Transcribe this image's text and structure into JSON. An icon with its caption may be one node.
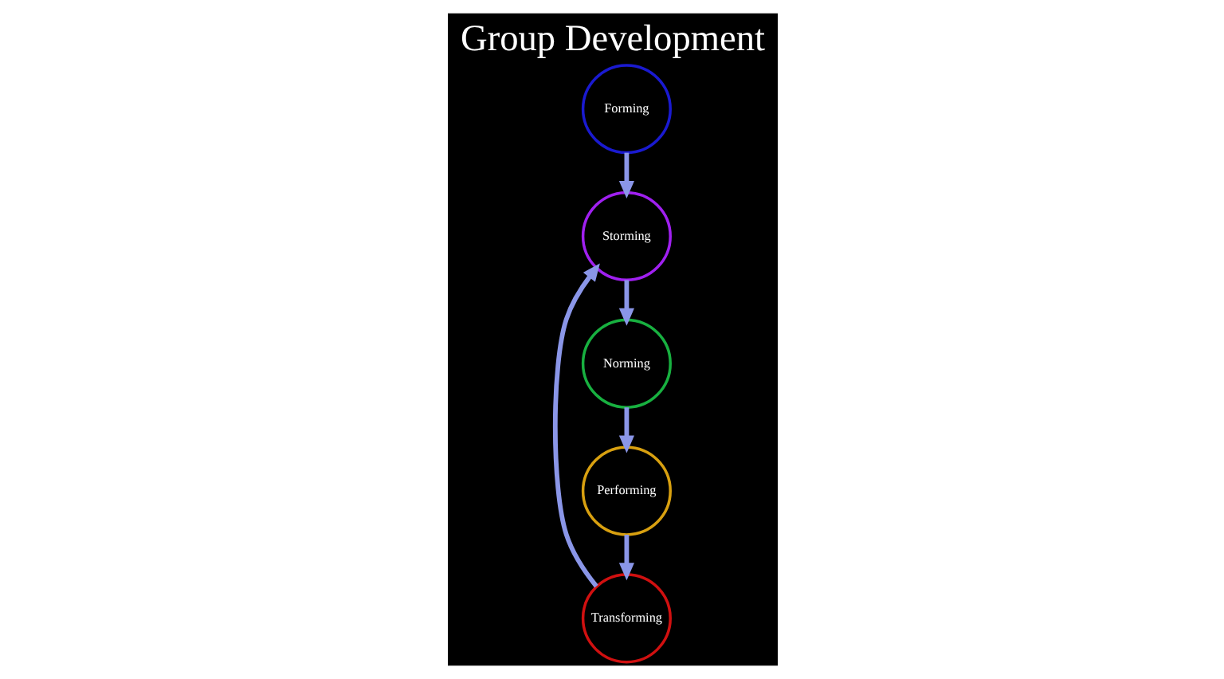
{
  "diagram": {
    "title": "Group Development",
    "nodes": [
      {
        "text": [
          "Forming"
        ]
      },
      {
        "text": [
          "Storming"
        ]
      },
      {
        "text": [
          "Norming"
        ]
      },
      {
        "text": [
          "Performing"
        ]
      },
      {
        "text": [
          "Transforming"
        ]
      }
    ],
    "edges": [
      {
        "from": 0,
        "to": 1,
        "arrow": "to"
      },
      {
        "from": 1,
        "to": 2,
        "arrow": "to"
      },
      {
        "from": 2,
        "to": 3,
        "arrow": "to"
      },
      {
        "from": 3,
        "to": 4,
        "arrow": "to"
      },
      {
        "from": 4,
        "to": 1,
        "arrow": "to"
      }
    ]
  }
}
